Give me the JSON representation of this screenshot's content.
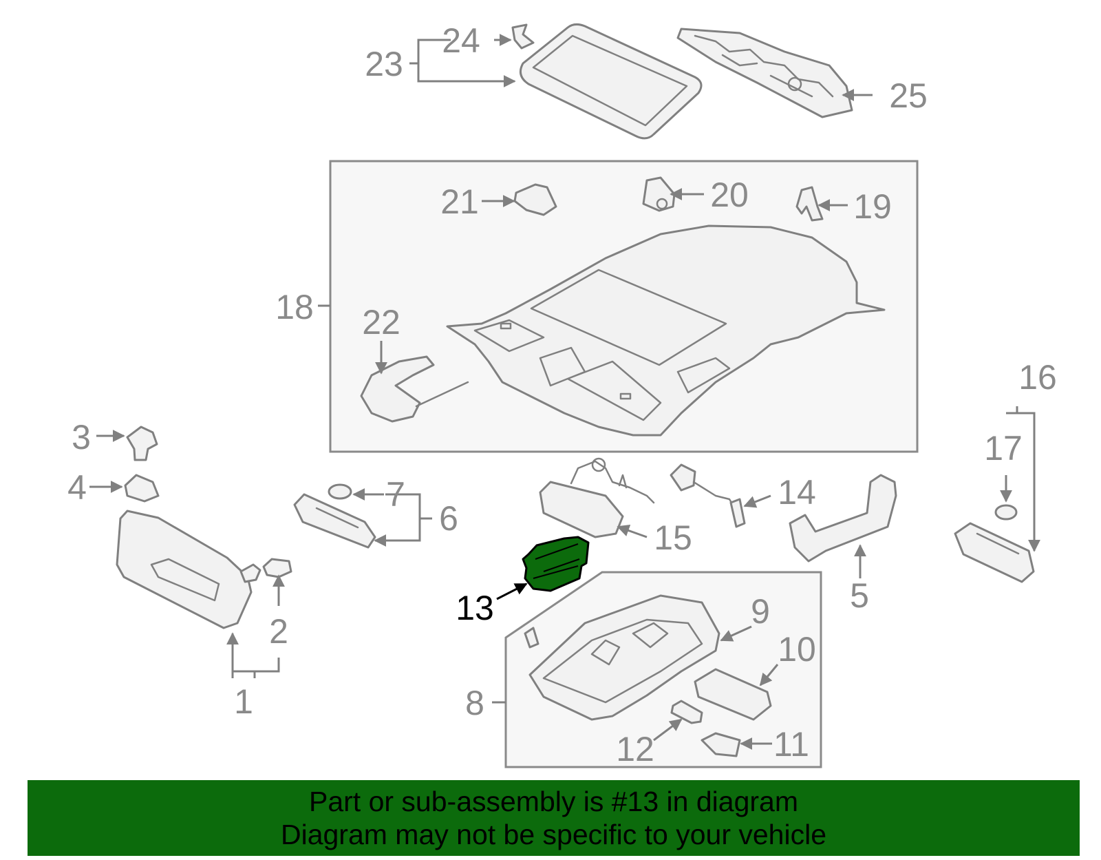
{
  "diagram": {
    "highlighted_part": "13",
    "highlight_color": "#0c6b0c",
    "callouts": {
      "c1": "1",
      "c2": "2",
      "c3": "3",
      "c4": "4",
      "c5": "5",
      "c6": "6",
      "c7": "7",
      "c8": "8",
      "c9": "9",
      "c10": "10",
      "c11": "11",
      "c12": "12",
      "c13": "13",
      "c14": "14",
      "c15": "15",
      "c16": "16",
      "c17": "17",
      "c18": "18",
      "c19": "19",
      "c20": "20",
      "c21": "21",
      "c22": "22",
      "c23": "23",
      "c24": "24",
      "c25": "25"
    }
  },
  "banner": {
    "line1": "Part or sub-assembly is #13 in diagram",
    "line2": "Diagram may not be specific to your vehicle",
    "background": "#0c6b0c"
  }
}
